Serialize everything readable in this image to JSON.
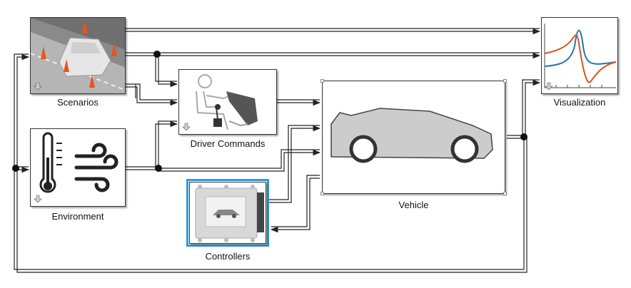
{
  "blocks": {
    "scenarios": {
      "label": "Scenarios"
    },
    "environment": {
      "label": "Environment"
    },
    "driver_commands": {
      "label": "Driver Commands"
    },
    "controllers": {
      "label": "Controllers"
    },
    "vehicle": {
      "label": "Vehicle"
    },
    "visualization": {
      "label": "Visualization"
    }
  },
  "colors": {
    "line": "#222222",
    "selection": "#2f9ae0",
    "plot_blue": "#1f77b4",
    "plot_orange": "#d9541e",
    "vehicle_fill": "#cccccc"
  },
  "icons": {
    "scenarios": "road-scene-icon",
    "environment": "thermometer-wind-icon",
    "driver_commands": "driver-seat-icon",
    "controllers": "ecu-icon",
    "vehicle": "car-silhouette-icon",
    "visualization": "plot-icon"
  }
}
